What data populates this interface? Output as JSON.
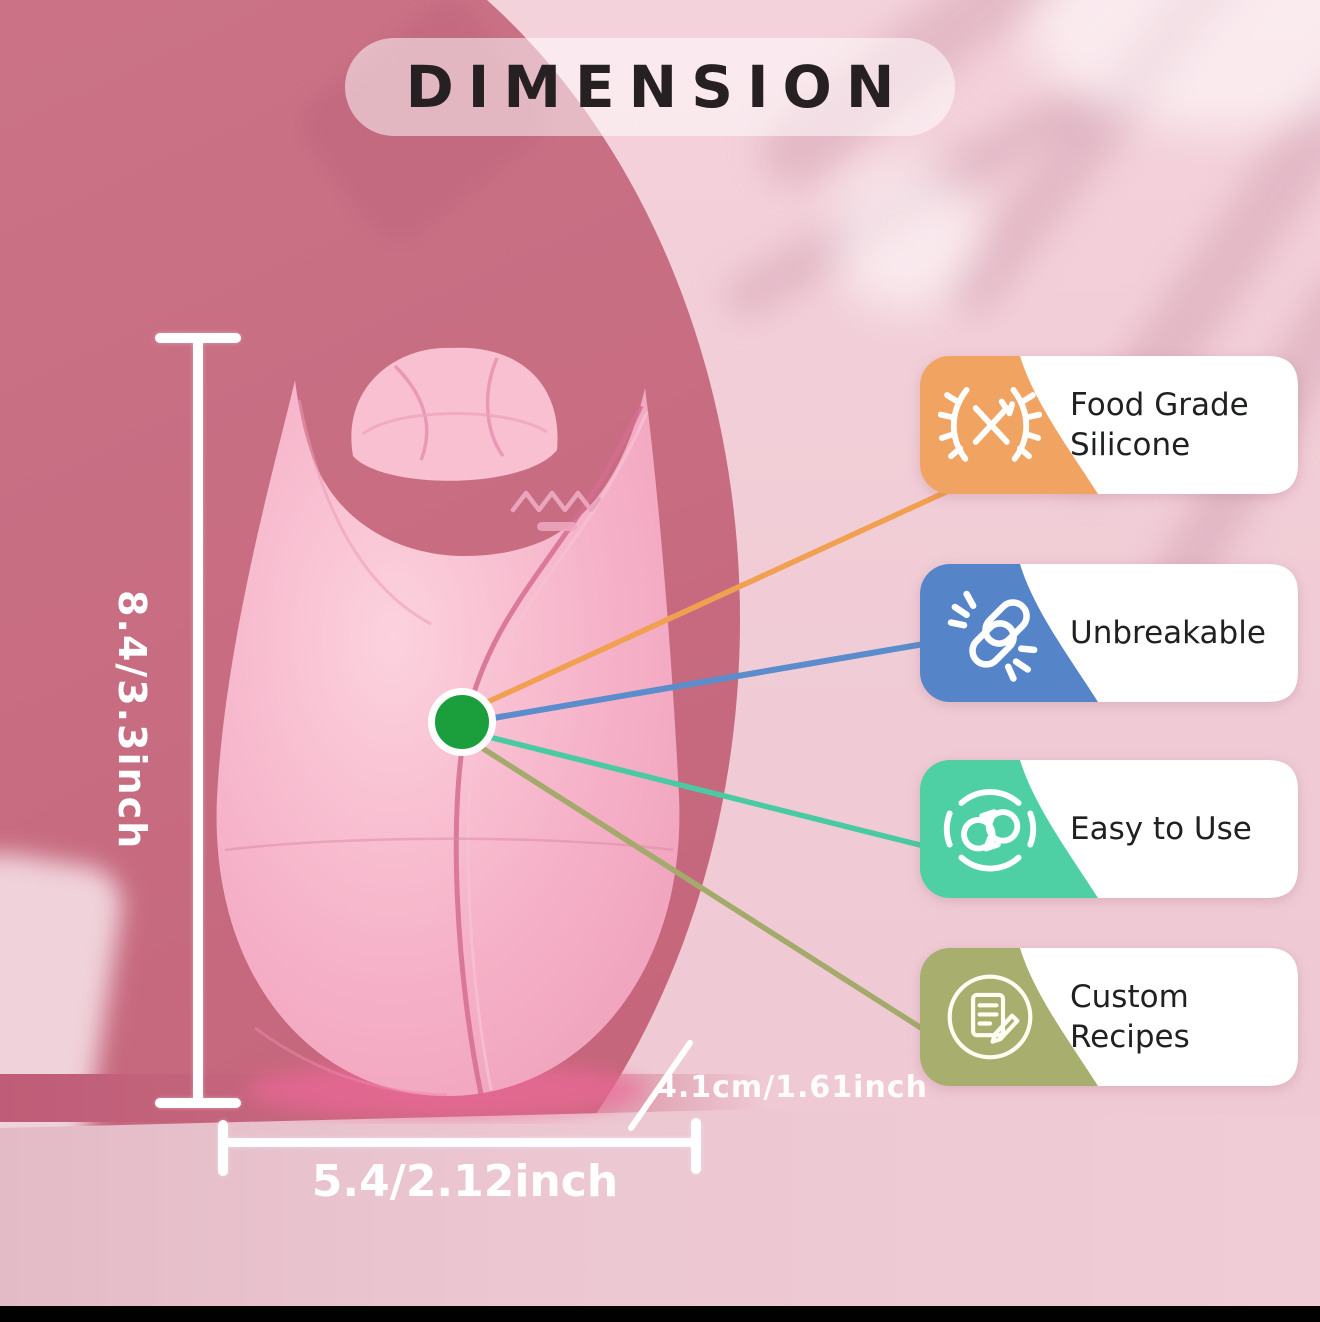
{
  "title": "DIMENSION",
  "dimensions": {
    "height_label": "8.4/3.3inch",
    "width_label": "5.4/2.12inch",
    "depth_label": "4.1cm/1.61inch"
  },
  "product": {
    "description": "pink rose-shaped silicone device on pedestal",
    "logo_icon": "zigzag-emboss",
    "origin_dot_color": "#1b9e3c"
  },
  "features": [
    {
      "label": "Food Grade Silicone",
      "icon": "laurel-cutlery-icon",
      "color": "#f1a362",
      "line_color": "#f0a050"
    },
    {
      "label": "Unbreakable",
      "icon": "broken-chain-icon",
      "color": "#5585c8",
      "line_color": "#5b8ccb"
    },
    {
      "label": "Easy to Use",
      "icon": "cycle-arrows-icon",
      "color": "#4ed0a4",
      "line_color": "#49caa2"
    },
    {
      "label": "Custom Recipes",
      "icon": "recipe-note-icon",
      "color": "#a8af6e",
      "line_color": "#a3aa6b"
    }
  ],
  "colors": {
    "background_pink": "#f0cbd5",
    "arch_rose": "#c86e83",
    "product_pink": "#f5afc6",
    "measure_white": "#ffffff",
    "footer_black": "#010101"
  }
}
